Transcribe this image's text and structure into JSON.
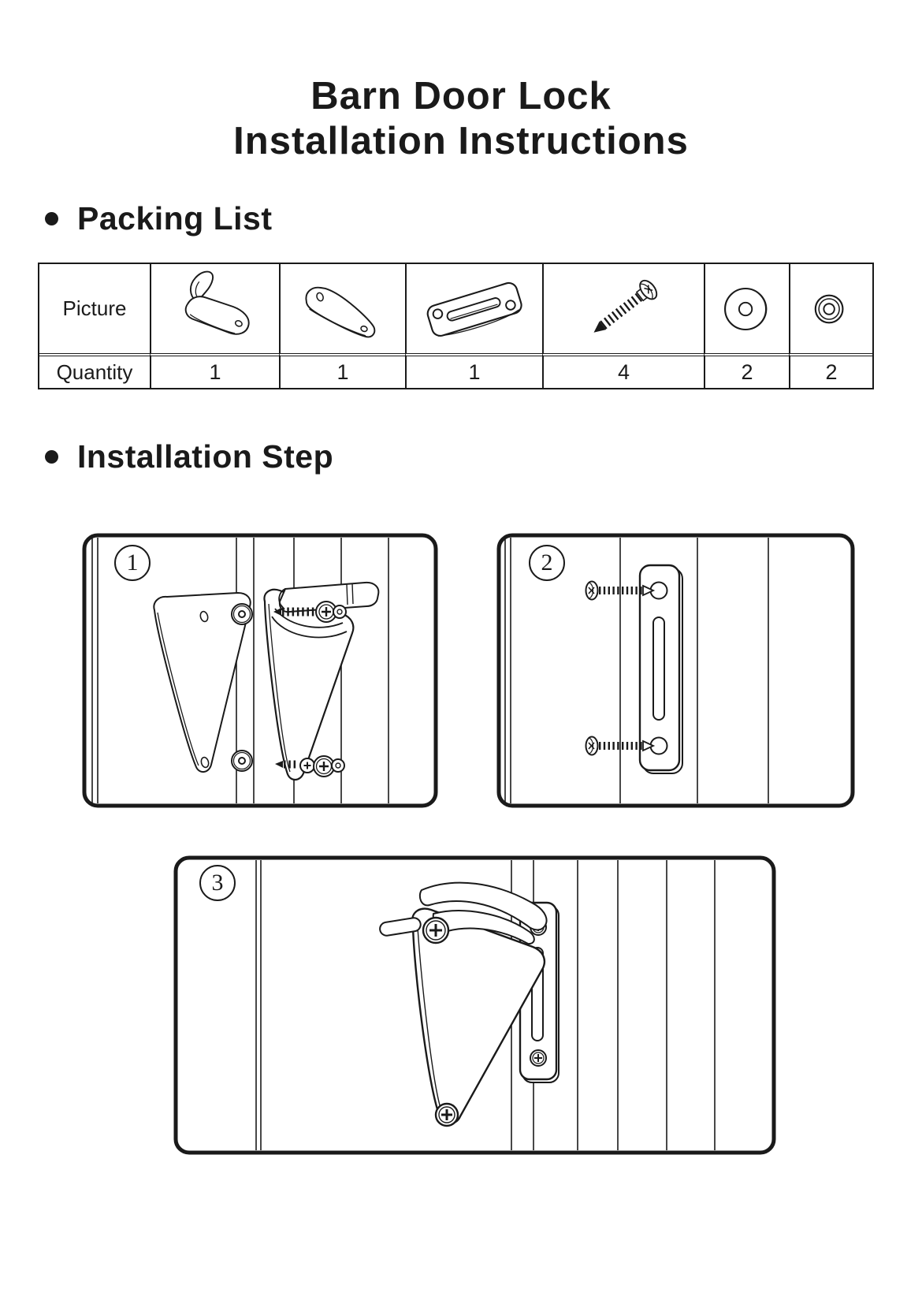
{
  "page": {
    "background": "#ffffff",
    "ink": "#1a1a1a"
  },
  "title": {
    "line1": "Barn Door Lock",
    "line2": "Installation Instructions"
  },
  "packing": {
    "heading": "Packing List",
    "table": {
      "picture_label": "Picture",
      "quantity_label": "Quantity",
      "items": [
        {
          "icon": "lock-body-icon",
          "quantity": "1"
        },
        {
          "icon": "back-plate-icon",
          "quantity": "1"
        },
        {
          "icon": "strike-plate-icon",
          "quantity": "1"
        },
        {
          "icon": "screw-icon",
          "quantity": "4"
        },
        {
          "icon": "large-washer-icon",
          "quantity": "2"
        },
        {
          "icon": "small-washer-icon",
          "quantity": "2"
        }
      ]
    }
  },
  "installation": {
    "heading": "Installation Step",
    "steps": [
      {
        "number": "1"
      },
      {
        "number": "2"
      },
      {
        "number": "3"
      }
    ]
  }
}
